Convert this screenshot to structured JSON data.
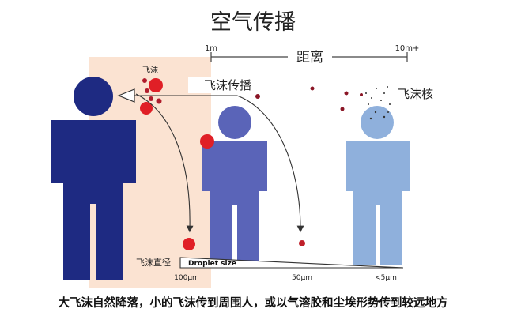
{
  "title": "空气传播",
  "distance": {
    "label": "距离",
    "start": "1m",
    "end": "10m+"
  },
  "labels": {
    "droplet": "飞沫",
    "droplet_spread": "飞沫传播",
    "droplet_nuclei": "飞沫核",
    "droplet_diameter": "飞沫直径",
    "droplet_size_en": "Droplet size"
  },
  "sizes": [
    "100μm",
    "50μm",
    "<5μm"
  ],
  "caption": "大飞沫自然降落，小的飞沫传到周围人，或以气溶胶和尘埃形势传到较远地方",
  "colors": {
    "zone": "#fbe3d2",
    "person_near": "#1e2a82",
    "person_mid": "#5a64b8",
    "person_far": "#8fb0dc",
    "droplet_large": "#e01f26",
    "droplet_small": "#b01c2c",
    "arrow": "#333333"
  }
}
